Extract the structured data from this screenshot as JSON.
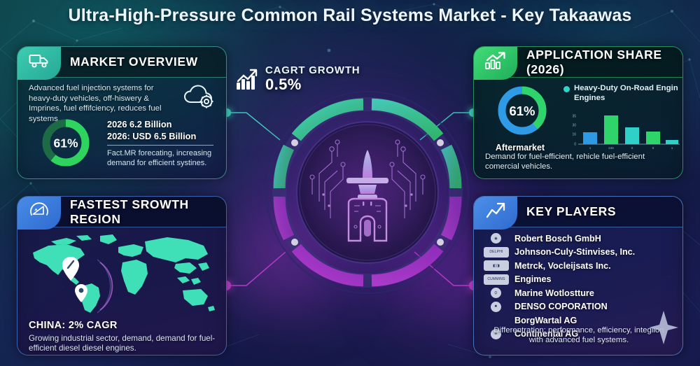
{
  "title": "Ultra-High-Pressure Common Rail Systems Market - Key Takaawas",
  "center": {
    "cagr_label": "CAGRT GROWTH",
    "cagr_value": "0.5%",
    "icon": "chart-growth-icon",
    "hub_icon": "fuel-injector-circuit-icon"
  },
  "market_overview": {
    "header": "MARKET OVERVIEW",
    "icon": "truck-icon",
    "secondary_icon": "cloud-gear-icon",
    "description": "Advanced fuel injection systems for heavy-duty vehicles, off-hiswery & Imprines, fuel effifciency, reduces fuel systems.",
    "donut_value": "61%",
    "donut_percent": 61,
    "stat_1": "2026 6.2 Billion",
    "stat_2": "2026: USD 6.5 Billion",
    "note": "Fact.MR forecating, increasing demand for efficient systines."
  },
  "application_share": {
    "header": "APPLICATION SHARE (2026)",
    "icon": "bar-chart-growth-icon",
    "donut_value": "61%",
    "donut_percent": 61,
    "donut_caption": "Aftermarket",
    "legend": "Heavy-Duty On-Road Engin Engines",
    "footer": "Demand for fuel-efficient, rehicle fuel-efficient comercial vehicles."
  },
  "fastest_growth": {
    "header": "FASTEST SROWTH REGION",
    "icon": "gauge-icon",
    "map_icon": "world-map",
    "pin_1": "location-pin-icon",
    "pin_2": "location-pin-icon",
    "headline": "CHINA: 2% CAGR",
    "description": "Growing industrial sector, demand, demand for fuel-efficient diesel diesel engines."
  },
  "key_players": {
    "header": "KEY PLAYERS",
    "icon": "trend-arrow-icon",
    "players": [
      {
        "name": "Robert Bosch GmbH",
        "logo": "bosch-logo",
        "shape": "round"
      },
      {
        "name": "Johnson-Culy-Stinvises, Inc.",
        "logo": "delphi-logo",
        "shape": "wide"
      },
      {
        "name": "Metrck, Vocleijsats Inc.",
        "logo": "generic-logo",
        "shape": "wide"
      },
      {
        "name": "Engimes",
        "logo": "cummins-logo",
        "shape": "wide"
      },
      {
        "name": "Marine Wotlostture",
        "logo": "marine-logo",
        "shape": "round"
      },
      {
        "name": "DENSO COPORATION",
        "logo": "denso-logo",
        "shape": "round"
      },
      {
        "name": "BorgWartal AG",
        "logo": "none",
        "shape": "none"
      },
      {
        "name": "Continental AG",
        "logo": "continental-logo",
        "shape": "round"
      }
    ],
    "footer": "Differentration: performance, efficiency, integiion with advanced fuel systems.",
    "sparkle_icon": "sparkle-icon"
  },
  "chart_data": {
    "type": "bar",
    "title": "Application Share (2026)",
    "categories": [
      "1",
      "240",
      "0",
      "0",
      "1"
    ],
    "values": [
      15,
      36,
      22,
      16,
      4
    ],
    "colors": [
      "#2e9ae6",
      "#2fd46a",
      "#2fd0c8",
      "#2fd46a",
      "#2fd0c8"
    ],
    "ylabel": "",
    "xlabel": "",
    "ytick_labels": [
      "0",
      "16",
      "30",
      "35"
    ],
    "ytick_values": [
      0,
      16,
      30,
      35
    ],
    "ylim": [
      0,
      38
    ],
    "grid": false,
    "legend": [
      "Heavy-Duty On-Road Engin Engines"
    ],
    "legend_position": "top"
  },
  "donut_charts": [
    {
      "id": "market-overview-donut",
      "type": "pie",
      "value": 61,
      "label": "61%",
      "caption": "",
      "colors": [
        "#2fd45f",
        "#1f7a43"
      ]
    },
    {
      "id": "application-share-donut",
      "type": "pie",
      "value": 61,
      "label": "61%",
      "caption": "Aftermarket",
      "colors": [
        "#2f9ae6",
        "#2fd46a"
      ]
    }
  ],
  "theme": {
    "teal": "#2fd4b4",
    "green": "#2fd46a",
    "blue": "#3f8ae8",
    "magenta": "#c23fd4",
    "bg_dark": "#101a44"
  }
}
